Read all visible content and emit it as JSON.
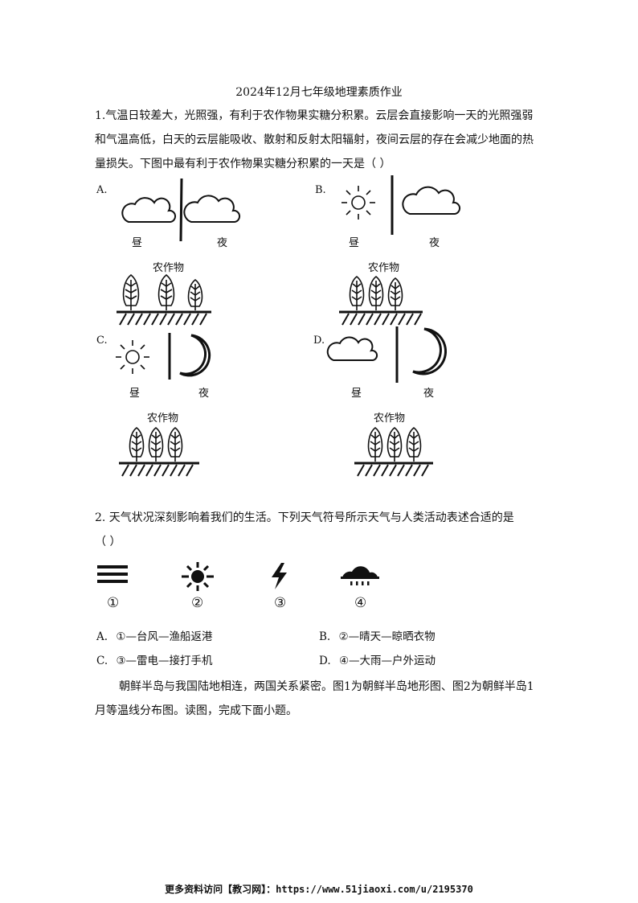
{
  "title": "2024年12月七年级地理素质作业",
  "q1": {
    "line1": "1.气温日较差大，光照强，有利于农作物果实糖分积累。云层会直接影响一天的光照强弱",
    "line2": "和气温高低，白天的云层能吸收、散射和反射太阳辐射，夜间云层的存在会减少地面的热",
    "line3": "量损失。下图中最有利于农作物果实糖分积累的一天是（   ）",
    "options": [
      {
        "letter": "A.",
        "day_label": "昼",
        "night_label": "夜",
        "crop_label": "农作物",
        "day_icon": "cloud-icon",
        "night_icon": "cloud-icon"
      },
      {
        "letter": "B.",
        "day_label": "昼",
        "night_label": "夜",
        "crop_label": "农作物",
        "day_icon": "sun-icon",
        "night_icon": "cloud-icon"
      },
      {
        "letter": "C.",
        "day_label": "昼",
        "night_label": "夜",
        "crop_label": "农作物",
        "day_icon": "sun-icon",
        "night_icon": "moon-icon"
      },
      {
        "letter": "D.",
        "day_label": "昼",
        "night_label": "夜",
        "crop_label": "农作物",
        "day_icon": "cloud-icon",
        "night_icon": "moon-icon"
      }
    ]
  },
  "q2": {
    "line1": "2. 天气状况深刻影响着我们的生活。下列天气符号所示天气与人类活动表述合适的是",
    "line2": "（   ）",
    "symbols": [
      {
        "num": "①",
        "icon": "fog-lines-icon"
      },
      {
        "num": "②",
        "icon": "sun-symbol-icon"
      },
      {
        "num": "③",
        "icon": "lightning-icon"
      },
      {
        "num": "④",
        "icon": "rain-cloud-icon"
      }
    ],
    "answers": [
      {
        "letter": "A.",
        "text": "①—台风—渔船返港"
      },
      {
        "letter": "B.",
        "text": "②—晴天—晾晒衣物"
      },
      {
        "letter": "C.",
        "text": "③—雷电—接打手机"
      },
      {
        "letter": "D.",
        "text": "④—大雨—户外运动"
      }
    ]
  },
  "q3": {
    "line1": "朝鲜半岛与我国陆地相连，两国关系紧密。图1为朝鲜半岛地形图、图2为朝鲜半岛1",
    "line2": "月等温线分布图。读图，完成下面小题。"
  },
  "footer": "更多资料访问【教习网】：https://www.51jiaoxi.com/u/2195370"
}
